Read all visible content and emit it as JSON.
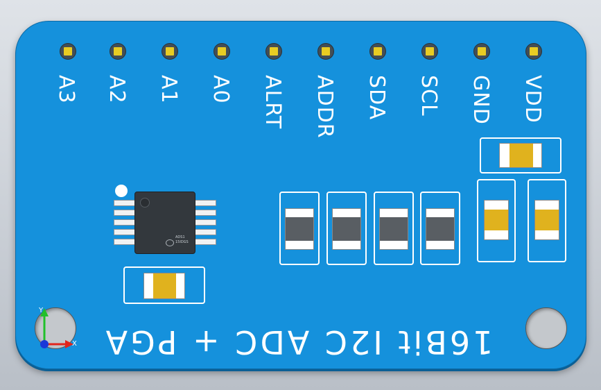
{
  "pins": [
    "A3",
    "A2",
    "A1",
    "A0",
    "ALRT",
    "ADDR",
    "SDA",
    "SCL",
    "GND",
    "VDD"
  ],
  "board_text": "16Bit I2C ADC + PGA",
  "chip_marking": [
    "ADS1",
    "15IDGS"
  ],
  "axes": {
    "x": "X",
    "y": "Y"
  },
  "colors": {
    "pcb": "#1591dc",
    "pad_gold": "#e8cc23",
    "cap_body": "#e0b21e",
    "res_body": "#595e63"
  }
}
